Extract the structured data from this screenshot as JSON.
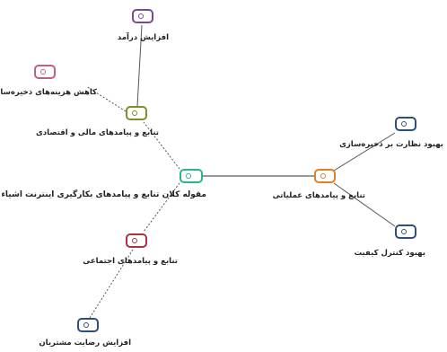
{
  "nodes": {
    "central": {
      "label": "مقوله کلان تنابع و پیامدهای بکارگیری اینترنت اشیاء",
      "color": "#2bb58a"
    },
    "econ": {
      "label": "تنابع و پیامدهای مالی و اقتصادی",
      "color": "#7d8f2a"
    },
    "revenue": {
      "label": "افزایش درآمد",
      "color": "#7a4a8f"
    },
    "storage": {
      "label": "کاهش هزینه‌های ذخیره‌سازی",
      "color": "#c0607a"
    },
    "ops": {
      "label": "تنابع و پیامدهای عملیاتی",
      "color": "#e0802a"
    },
    "monitor": {
      "label": "بهبود نظارت بر ذخیره‌سازی",
      "color": "#2f4f7a"
    },
    "quality": {
      "label": "بهبود کنترل کیفیت",
      "color": "#2f4f7a"
    },
    "social": {
      "label": "تنابع و پیامدهای اجتماعی",
      "color": "#b03040"
    },
    "customer": {
      "label": "افزایش رضایت مشتریان",
      "color": "#2f4f7a"
    }
  }
}
